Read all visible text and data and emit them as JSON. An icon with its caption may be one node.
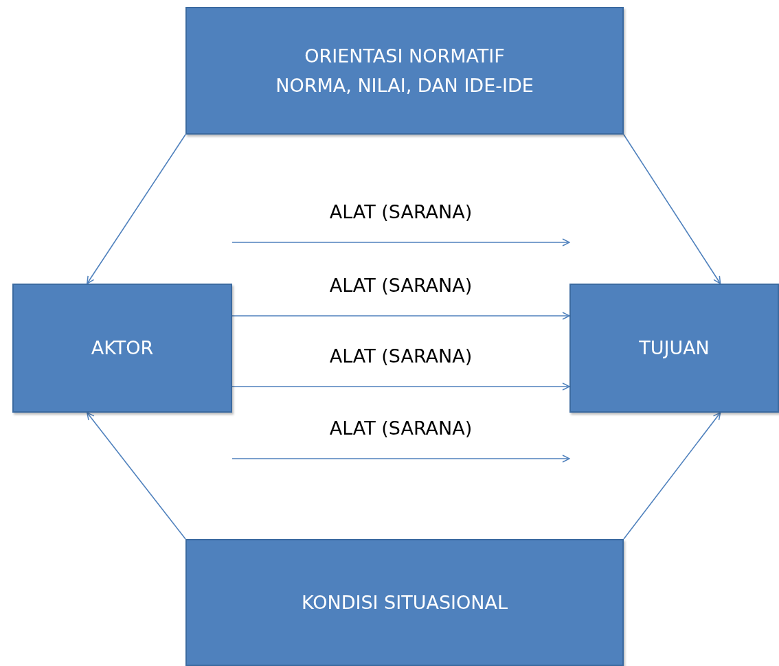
{
  "diagram": {
    "nodes": [
      {
        "text": [
          "ORIENTASI NORMATIF",
          "NORMA, NILAI, DAN IDE-IDE"
        ]
      },
      {
        "text": [
          "AKTOR"
        ]
      },
      {
        "text": [
          "TUJUAN"
        ]
      },
      {
        "text": [
          "KONDISI SITUASIONAL"
        ]
      }
    ],
    "edges": [
      {
        "from": 0,
        "to": 1,
        "arrow": "to"
      },
      {
        "from": 0,
        "to": 2,
        "arrow": "to"
      },
      {
        "from": 1,
        "to": 2,
        "label": "ALAT (SARANA)",
        "arrow": "to"
      },
      {
        "from": 1,
        "to": 2,
        "label": "ALAT (SARANA)",
        "arrow": "to"
      },
      {
        "from": 1,
        "to": 2,
        "label": "ALAT (SARANA)",
        "arrow": "to"
      },
      {
        "from": 1,
        "to": 2,
        "label": "ALAT (SARANA)",
        "arrow": "to"
      },
      {
        "from": 3,
        "to": 1,
        "arrow": "to"
      },
      {
        "from": 3,
        "to": 2,
        "arrow": "to"
      }
    ]
  }
}
